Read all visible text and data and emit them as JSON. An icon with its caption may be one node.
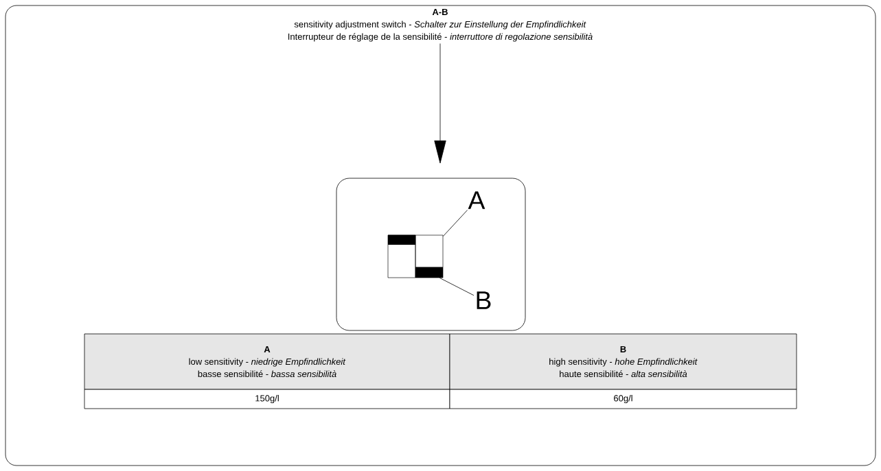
{
  "diagram": {
    "nodes": [
      {
        "text": [
          "A-B",
          "sensitivity adjustment switch - *Schalter zur Einstellung der Empfindlichkeit*",
          "Interrupteur de réglage de la sensibilité - *interruttore di regolazione sensibilità*"
        ]
      },
      {
        "text": [],
        "shape": "box"
      },
      {
        "text": [
          "A"
        ],
        "in": 1
      },
      {
        "text": [],
        "shape": "box",
        "in": 1
      },
      {
        "text": [
          "B"
        ],
        "in": 1
      },
      {
        "text": [],
        "shape": "bar",
        "in": 1
      }
    ],
    "edges": [
      {
        "from": 0,
        "to": 1,
        "arrow": "to"
      },
      {
        "from": 2,
        "to": 3,
        "arrow": "none"
      },
      {
        "from": 4,
        "to": 5,
        "arrow": "none"
      }
    ],
    "labels": [
      "A",
      "low sensitivity - *niedrige Empfindlichkeit*",
      "basse sensibilité - *bassa sensibilità*",
      "B",
      "high sensitivity - *hohe Empfindlichkeit*",
      "haute sensibilité - *alta sensibilità*",
      "150g/l",
      "60g/l"
    ]
  }
}
